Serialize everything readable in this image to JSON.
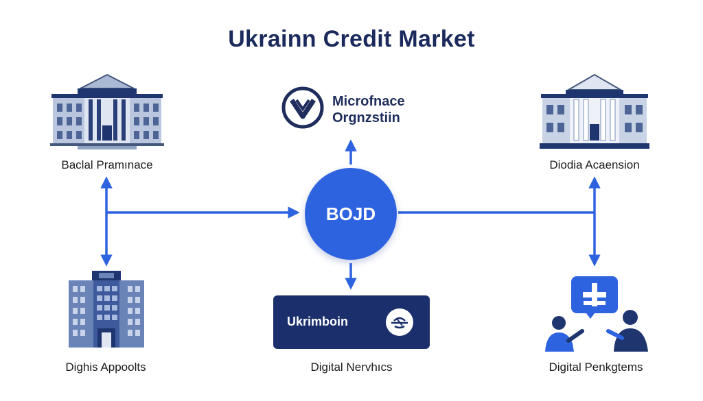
{
  "title": "Ukrainn Credit Market",
  "nodes": {
    "top_left": {
      "label": "Baclal Pramınace",
      "icon": "bank-building-icon"
    },
    "top_center": {
      "line1": "Microfnace",
      "line2": "Orgnzstiin",
      "icon": "mfo-logo-icon"
    },
    "top_right": {
      "label": "Diodia Acaension",
      "icon": "bank-building-icon"
    },
    "hub": {
      "label": "BOJD"
    },
    "bottom_left": {
      "label": "Dighis Appoolts",
      "icon": "office-tower-icon"
    },
    "bottom_center": {
      "platform_label": "Ukrimboin",
      "label": "Digital Nervhıcs",
      "icon": "platform-badge-icon"
    },
    "bottom_right": {
      "label": "Digital Penkgtems",
      "icon": "people-chat-icon"
    }
  },
  "colors": {
    "accent": "#2e63e0",
    "navy": "#1a2f6b",
    "title": "#1b2a5c",
    "building": "#8fa3c4"
  }
}
